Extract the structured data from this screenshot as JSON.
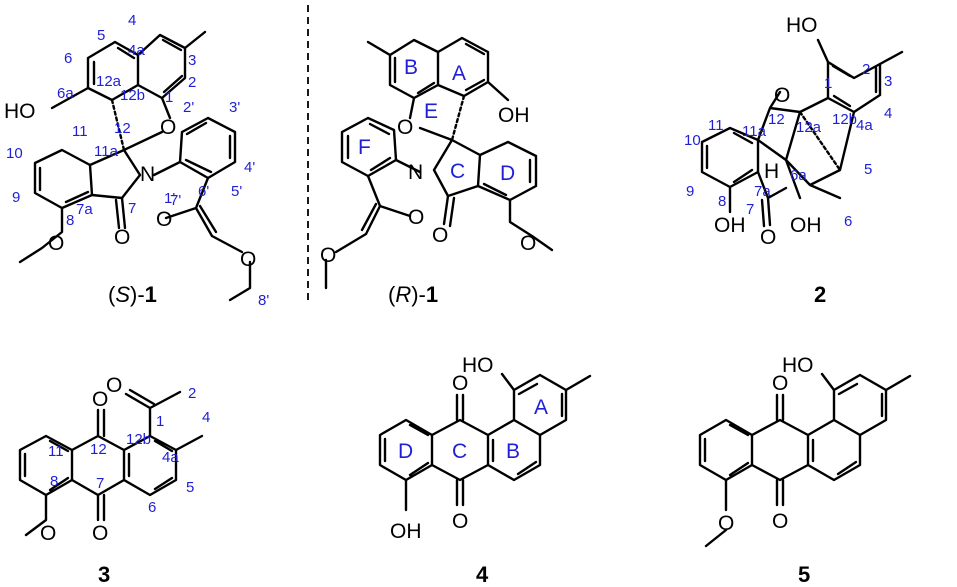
{
  "figure": {
    "separator": "dashed",
    "compounds": [
      {
        "id": "S-1",
        "label": {
          "prefix": "(",
          "stereo": "S",
          "suffix": ")-",
          "number": "1"
        },
        "atoms": [
          "HO",
          "O",
          "N",
          "O",
          "O",
          "O",
          "O"
        ],
        "locants": [
          "4",
          "3",
          "5",
          "4a",
          "2",
          "6",
          "6a",
          "12a",
          "12b",
          "1",
          "11",
          "12",
          "11a",
          "2'",
          "3'",
          "10",
          "1'",
          "4'",
          "9",
          "7a",
          "7",
          "6'",
          "5'",
          "8",
          "7'",
          "8'"
        ]
      },
      {
        "id": "R-1",
        "label": {
          "prefix": "(",
          "stereo": "R",
          "suffix": ")-",
          "number": "1"
        },
        "atoms": [
          "OH",
          "O",
          "N",
          "O",
          "O",
          "O",
          "O"
        ],
        "rings": [
          "A",
          "B",
          "C",
          "D",
          "E",
          "F"
        ]
      },
      {
        "id": "2",
        "label": {
          "number": "2"
        },
        "atoms": [
          "HO",
          "O",
          "H",
          "OH",
          "OH",
          "O"
        ],
        "locants": [
          "1",
          "2",
          "3",
          "4",
          "4a",
          "5",
          "6",
          "6a",
          "7",
          "7a",
          "8",
          "9",
          "10",
          "11",
          "11a",
          "12",
          "12a",
          "12b"
        ]
      },
      {
        "id": "3",
        "label": {
          "number": "3"
        },
        "atoms": [
          "O",
          "O",
          "O",
          "O"
        ],
        "locants": [
          "1",
          "2",
          "4",
          "4a",
          "5",
          "6",
          "7",
          "8",
          "11",
          "12",
          "12b"
        ]
      },
      {
        "id": "4",
        "label": {
          "number": "4"
        },
        "atoms": [
          "HO",
          "O",
          "O",
          "OH"
        ],
        "rings": [
          "A",
          "B",
          "C",
          "D"
        ]
      },
      {
        "id": "5",
        "label": {
          "number": "5"
        },
        "atoms": [
          "HO",
          "O",
          "O",
          "O"
        ]
      }
    ]
  }
}
